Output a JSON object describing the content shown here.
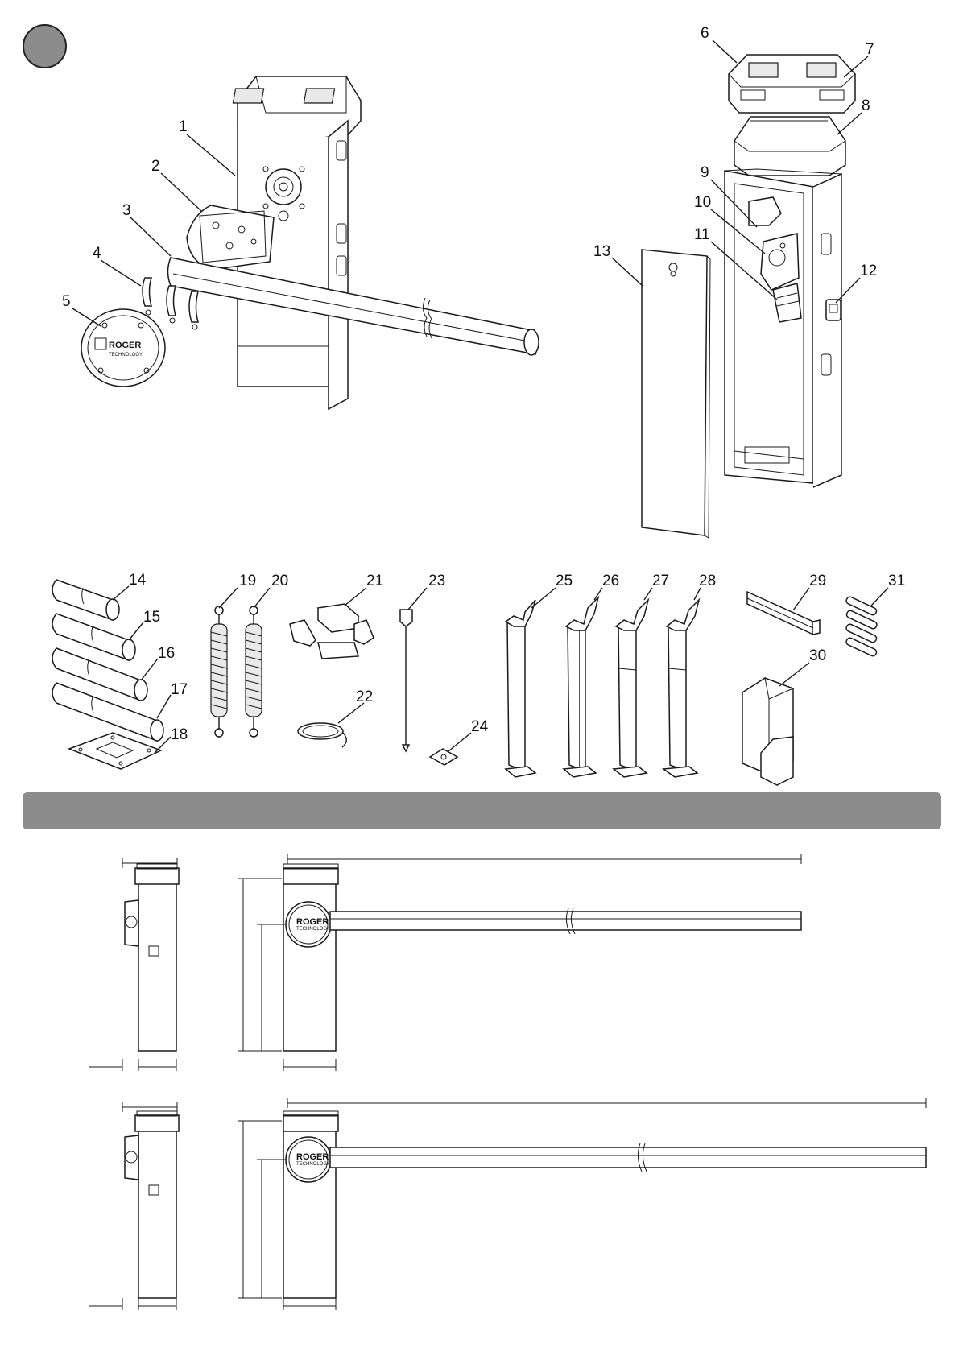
{
  "page": {
    "brand": {
      "name": "ROGER",
      "subtitle": "TECHNOLOGY"
    },
    "colors": {
      "badge": "#8c8c8c",
      "band": "#8c8c8c",
      "line": "#1a1a1a"
    }
  },
  "callouts": {
    "c1": "1",
    "c2": "2",
    "c3": "3",
    "c4": "4",
    "c5": "5",
    "c6": "6",
    "c7": "7",
    "c8": "8",
    "c9": "9",
    "c10": "10",
    "c11": "11",
    "c12": "12",
    "c13": "13",
    "c14": "14",
    "c15": "15",
    "c16": "16",
    "c17": "17",
    "c18": "18",
    "c19": "19",
    "c20": "20",
    "c21": "21",
    "c22": "22",
    "c23": "23",
    "c24": "24",
    "c25": "25",
    "c26": "26",
    "c27": "27",
    "c28": "28",
    "c29": "29",
    "c30": "30",
    "c31": "31"
  }
}
